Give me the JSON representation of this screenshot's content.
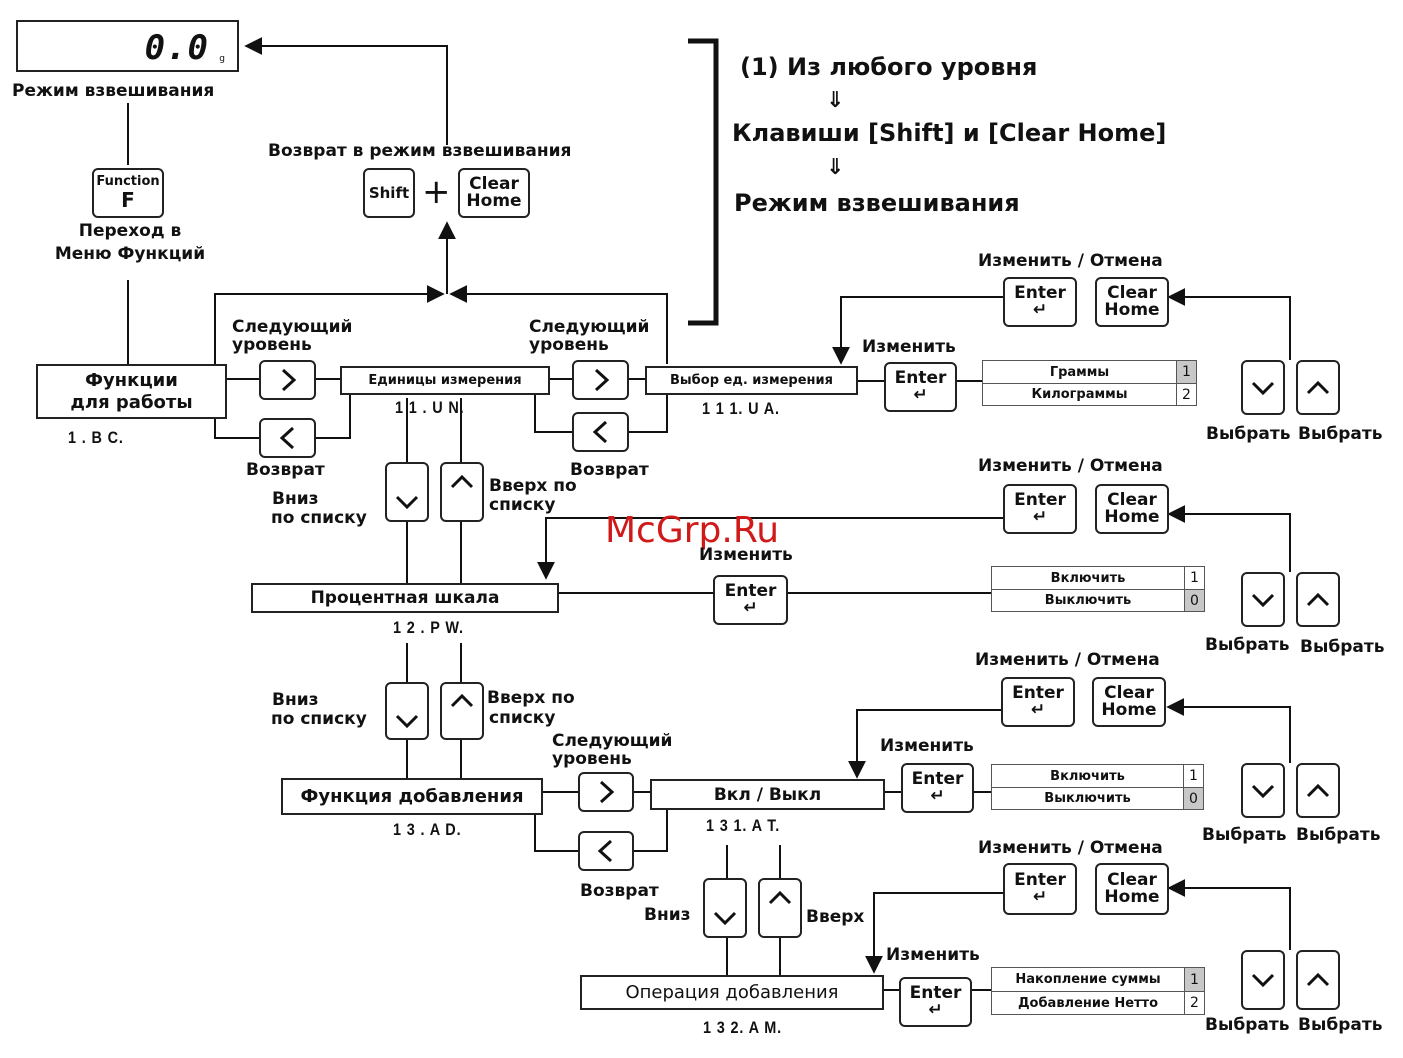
{
  "display": {
    "value": "0.0",
    "unit": "g"
  },
  "labels": {
    "weigh_mode": "Режим взвешивания",
    "return_to_weigh": "Возврат в режим взвешивания",
    "goto_menu_1": "Переход в",
    "goto_menu_2": "Меню Функций",
    "next_level_1": "Следующий",
    "next_level_2": "уровень",
    "back": "Возврат",
    "down_1": "Вниз",
    "down_2": "по списку",
    "up_1": "Вверх по",
    "up_2": "списку",
    "down_short": "Вниз",
    "up_short": "Вверх",
    "change": "Изменить",
    "change_cancel": "Изменить / Отмена",
    "select": "Выбрать"
  },
  "note": {
    "line1": "(1) Из любого уровня",
    "arrow": "⇓",
    "line2": "Клавиши [Shift] и [Clear Home]",
    "line3": "Режим взвешивания"
  },
  "keys": {
    "function_top": "Function",
    "function_bottom": "F",
    "shift": "Shift",
    "plus": "+",
    "clear": "Clear",
    "home": "Home",
    "enter": "Enter",
    "enter_glyph": "↵"
  },
  "menus": {
    "work_functions_1": "Функции",
    "work_functions_2": "для работы",
    "work_functions_code": "1     . B C.",
    "units": "Единицы измерения",
    "units_code": "1 1   . U N.",
    "unit_select": "Выбор ед. измерения",
    "unit_select_code": "1 1 1. U A.",
    "percent": "Процентная шкала",
    "percent_code": "1 2   . P W.",
    "addition": "Функция добавления",
    "addition_code": "1 3   . A D.",
    "onoff": "Вкл / Выкл",
    "onoff_code": "1 3 1. A T.",
    "add_op": "Операция добавления",
    "add_op_code": "1 3 2. A M."
  },
  "options": {
    "units": [
      {
        "label": "Граммы",
        "num": "1",
        "selected": true
      },
      {
        "label": "Килограммы",
        "num": "2",
        "selected": false
      }
    ],
    "percent": [
      {
        "label": "Включить",
        "num": "1",
        "selected": false
      },
      {
        "label": "Выключить",
        "num": "0",
        "selected": true
      }
    ],
    "onoff": [
      {
        "label": "Включить",
        "num": "1",
        "selected": false
      },
      {
        "label": "Выключить",
        "num": "0",
        "selected": true
      }
    ],
    "add_op": [
      {
        "label": "Накопление суммы",
        "num": "1",
        "selected": true
      },
      {
        "label": "Добавление Нетто",
        "num": "2",
        "selected": false
      }
    ]
  },
  "watermark": "McGrp.Ru"
}
